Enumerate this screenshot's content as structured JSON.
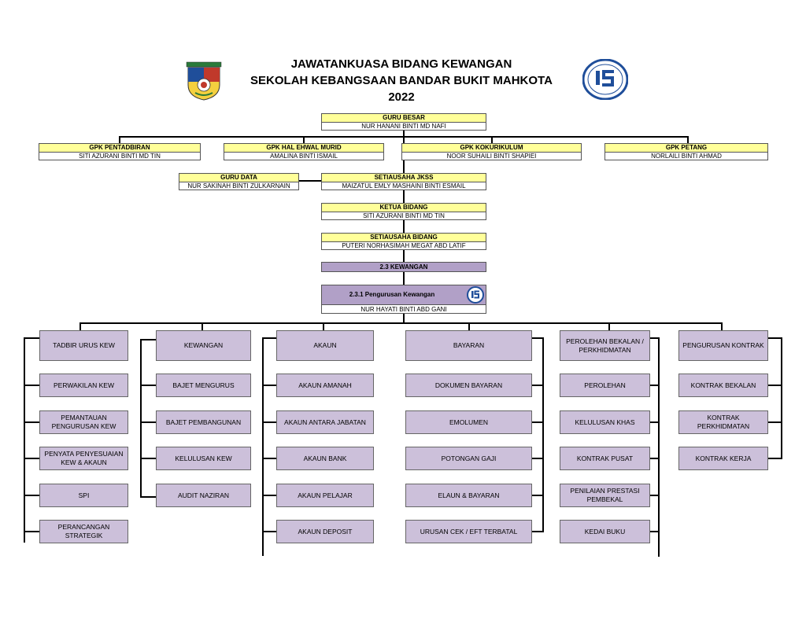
{
  "title": {
    "line1": "JAWATANKUASA BIDANG KEWANGAN",
    "line2": "SEKOLAH KEBANGSAAN BANDAR BUKIT MAHKOTA",
    "line3": "2022"
  },
  "top": {
    "guru_besar": {
      "role": "GURU BESAR",
      "name": "NUR HANANI BINTI MD NAFI"
    },
    "gpk": [
      {
        "role": "GPK PENTADBIRAN",
        "name": "SITI AZURANI BINTI MD TIN"
      },
      {
        "role": "GPK HAL EHWAL MURID",
        "name": "AMALINA BINTI ISMAIL"
      },
      {
        "role": "GPK KOKURIKULUM",
        "name": "NOOR SUHAILI BINTI SHAPIEI"
      },
      {
        "role": "GPK PETANG",
        "name": "NORLAILI BINTI AHMAD"
      }
    ],
    "guru_data": {
      "role": "GURU DATA",
      "name": "NUR SAKINAH BINTI ZULKARNAIN"
    },
    "setiausaha_jkss": {
      "role": "SETIAUSAHA JKSS",
      "name": "MAIZATUL EMLY MASHAINI BINTI ESMAIL"
    },
    "ketua_bidang": {
      "role": "KETUA BIDANG",
      "name": "SITI AZURANI BINTI MD TIN"
    },
    "setiausaha_bidang": {
      "role": "SETIAUSAHA BIDANG",
      "name": "PUTERI NORHASIMAH MEGAT ABD LATIF"
    }
  },
  "section": {
    "label": "2.3 KEWANGAN",
    "sub_label": "2.3.1 Pengurusan Kewangan",
    "sub_name": "NUR HAYATI BINTI ABD GANI"
  },
  "columns": [
    {
      "head": "TADBIR URUS KEW",
      "items": [
        "PERWAKILAN KEW",
        "PEMANTAUAN PENGURUSAN KEW",
        "PENYATA PENYESUAIAN KEW & AKAUN",
        "SPI",
        "PERANCANGAN STRATEGIK"
      ]
    },
    {
      "head": "KEWANGAN",
      "items": [
        "BAJET MENGURUS",
        "BAJET PEMBANGUNAN",
        "KELULUSAN KEW",
        "AUDIT NAZIRAN"
      ]
    },
    {
      "head": "AKAUN",
      "items": [
        "AKAUN AMANAH",
        "AKAUN ANTARA JABATAN",
        "AKAUN BANK",
        "AKAUN PELAJAR",
        "AKAUN DEPOSIT"
      ]
    },
    {
      "head": "BAYARAN",
      "items": [
        "DOKUMEN BAYARAN",
        "EMOLUMEN",
        "POTONGAN GAJI",
        "ELAUN & BAYARAN",
        "URUSAN CEK / EFT TERBATAL"
      ]
    },
    {
      "head": "PEROLEHAN BEKALAN / PERKHIDMATAN",
      "items": [
        "PEROLEHAN",
        "KELULUSAN KHAS",
        "KONTRAK PUSAT",
        "PENILAIAN PRESTASI PEMBEKAL",
        "KEDAI BUKU"
      ]
    },
    {
      "head": "PENGURUSAN KONTRAK",
      "items": [
        "KONTRAK BEKALAN",
        "KONTRAK PERKHIDMATAN",
        "KONTRAK KERJA"
      ]
    }
  ],
  "colors": {
    "header_yellow": "#ffff99",
    "box_purple": "#ccc0da",
    "header_purple": "#b1a0c7",
    "logo_blue": "#1f4e9a"
  },
  "logos": {
    "left": "school-crest-icon",
    "right": "1s-badge-icon",
    "inline": "1s-badge-icon"
  }
}
